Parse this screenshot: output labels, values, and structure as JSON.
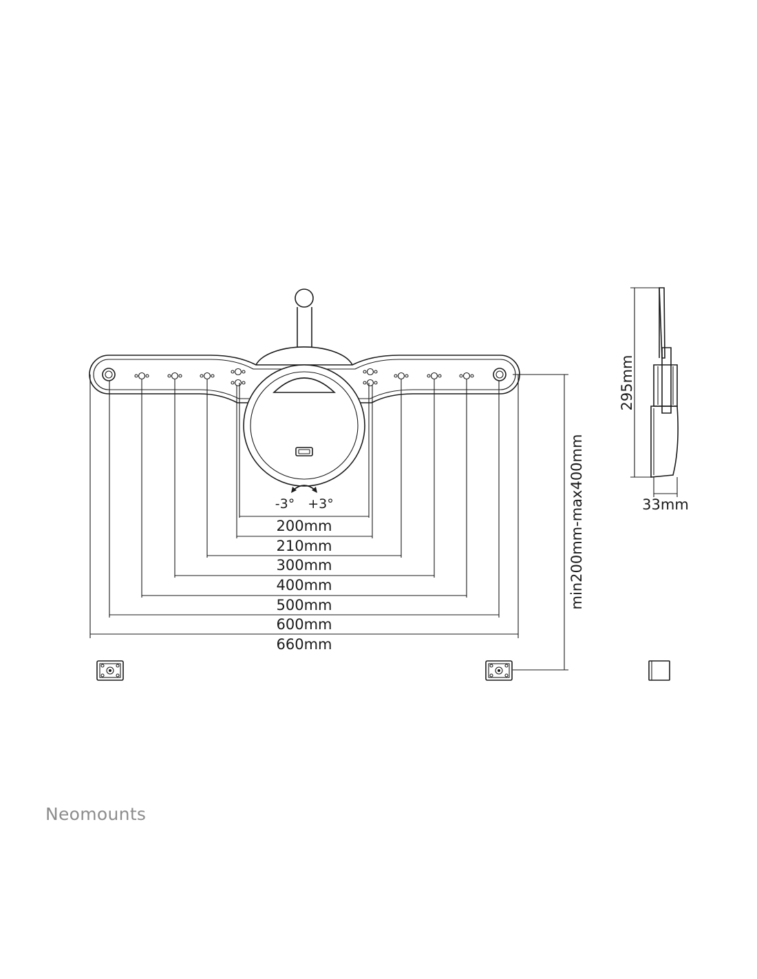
{
  "brand": {
    "name": "Neomounts",
    "color": "#8c8c8c"
  },
  "colors": {
    "line": "#1a1a1a",
    "background": "#ffffff"
  },
  "tilt": {
    "minus": "-3°",
    "plus": "+3°"
  },
  "dimensions": {
    "hole_spacings": [
      {
        "label": "200mm",
        "value_mm": 200
      },
      {
        "label": "210mm",
        "value_mm": 210
      },
      {
        "label": "300mm",
        "value_mm": 300
      },
      {
        "label": "400mm",
        "value_mm": 400
      },
      {
        "label": "500mm",
        "value_mm": 500
      },
      {
        "label": "600mm",
        "value_mm": 600
      },
      {
        "label": "660mm",
        "value_mm": 660
      }
    ],
    "vertical_range": "min200mm-max400mm",
    "side_height": "295mm",
    "side_depth": "33mm"
  }
}
